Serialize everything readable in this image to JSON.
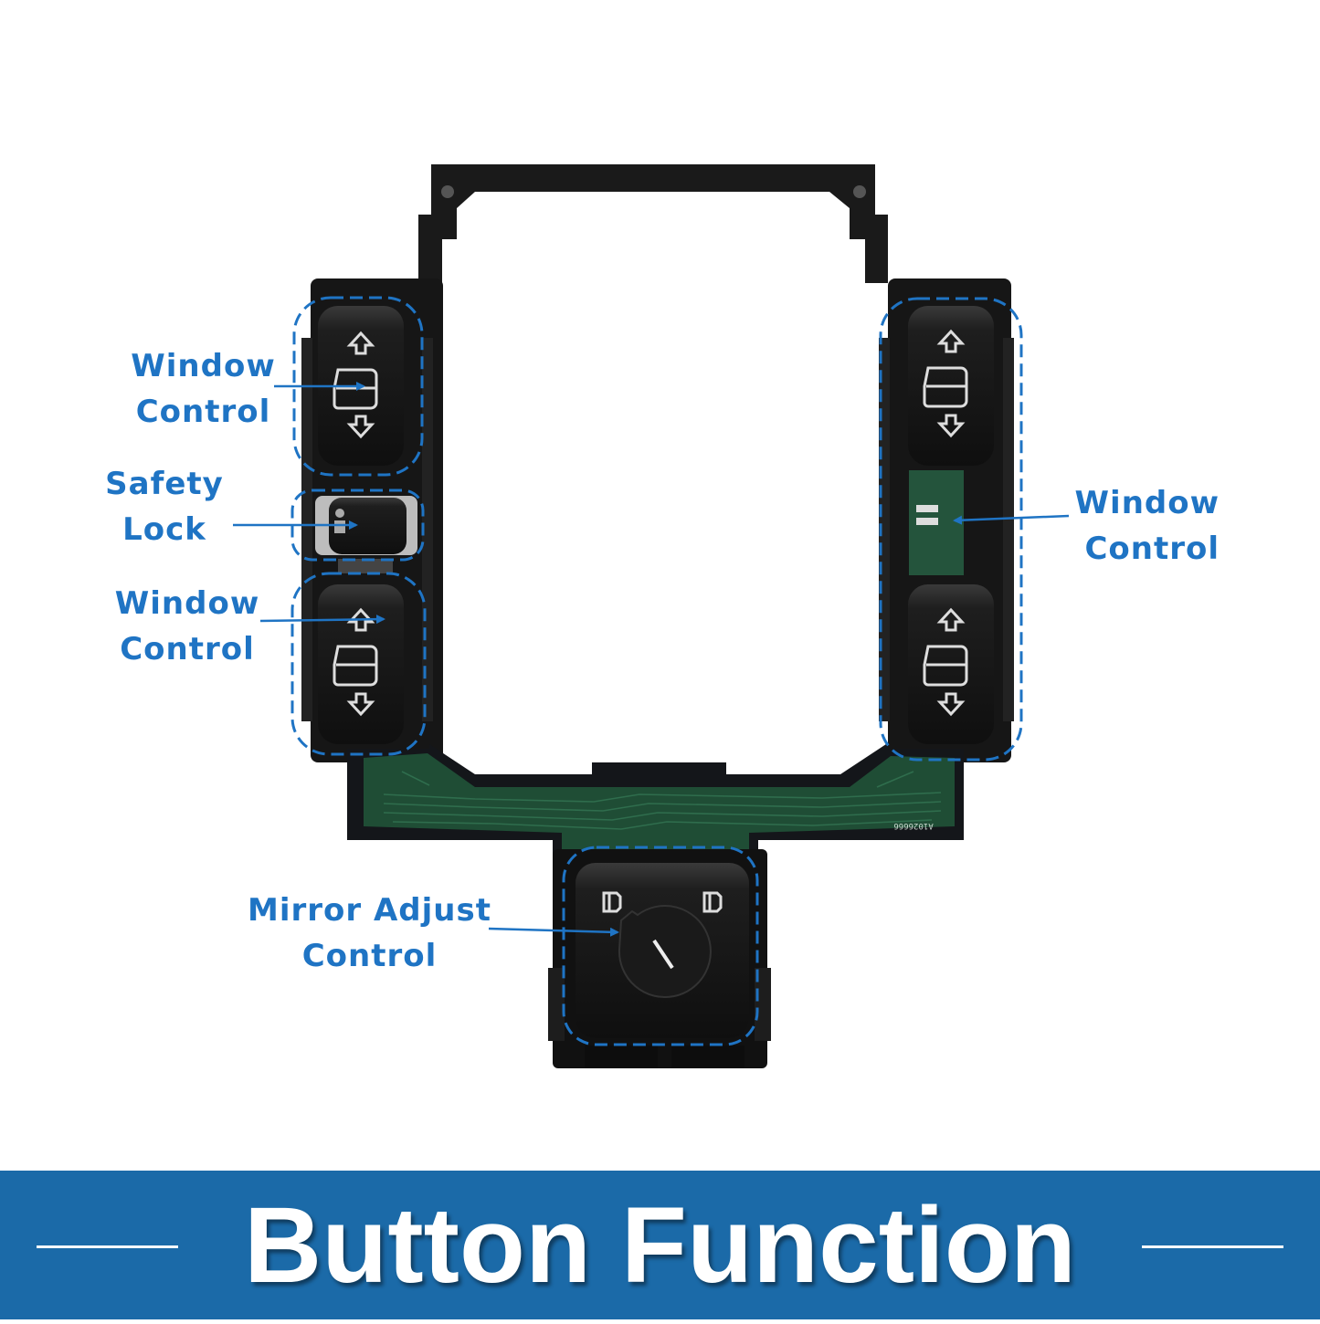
{
  "callouts": {
    "window_control_left_top": {
      "line1": "Window",
      "line2": "Control"
    },
    "safety_lock": {
      "line1": "Safety",
      "line2": "Lock"
    },
    "window_control_left_bottom": {
      "line1": "Window",
      "line2": "Control"
    },
    "window_control_right": {
      "line1": "Window",
      "line2": "Control"
    },
    "mirror_adjust": {
      "line1": "Mirror Adjust",
      "line2": "Control"
    }
  },
  "pcb_marking": "A1026666",
  "banner": {
    "title": "Button Function"
  },
  "colors": {
    "accent": "#1f74c4",
    "banner": "#1b6aa8",
    "housing": "#1c1c1c",
    "pcb": "#1f4d35",
    "background": "#ffffff"
  }
}
